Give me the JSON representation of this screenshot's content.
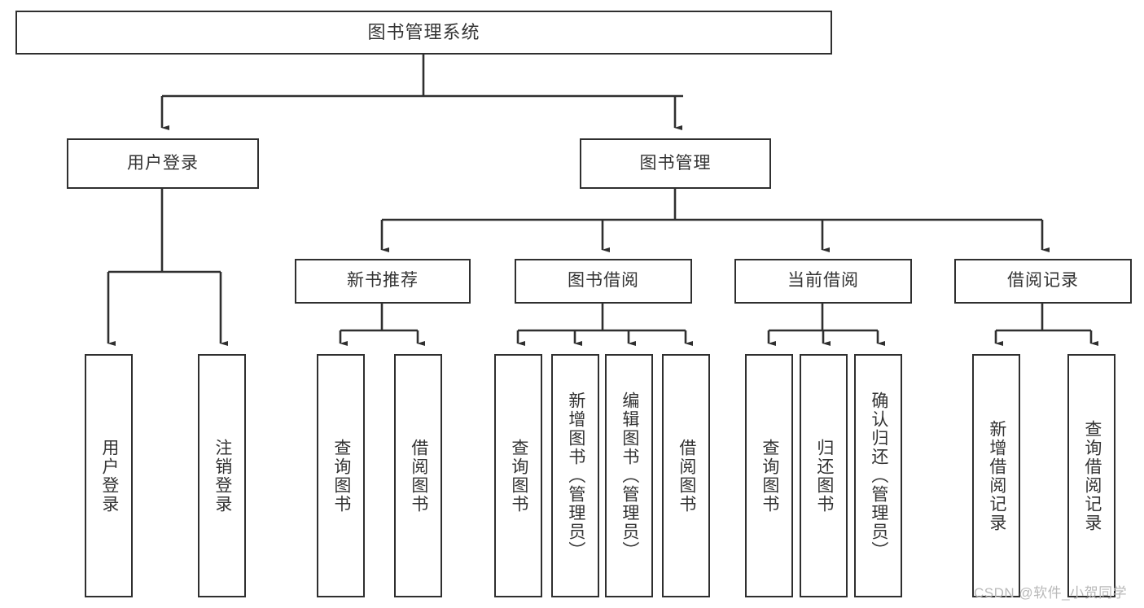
{
  "diagram": {
    "title": "图书管理系统",
    "type": "tree-hierarchy",
    "root": {
      "label": "图书管理系统"
    },
    "level2": [
      {
        "label": "用户登录"
      },
      {
        "label": "图书管理"
      }
    ],
    "level3": [
      {
        "label": "新书推荐"
      },
      {
        "label": "图书借阅"
      },
      {
        "label": "当前借阅"
      },
      {
        "label": "借阅记录"
      }
    ],
    "leaves": {
      "user_login": [
        {
          "label": "用户登录"
        },
        {
          "label": "注销登录"
        }
      ],
      "new_book_recommend": [
        {
          "label": "查询图书"
        },
        {
          "label": "借阅图书"
        }
      ],
      "book_borrow": [
        {
          "label": "查询图书"
        },
        {
          "label": "新增图书（管理员）"
        },
        {
          "label": "编辑图书（管理员）"
        },
        {
          "label": "借阅图书"
        }
      ],
      "current_borrow": [
        {
          "label": "查询图书"
        },
        {
          "label": "归还图书"
        },
        {
          "label": "确认归还（管理员）"
        }
      ],
      "borrow_record": [
        {
          "label": "新增借阅记录"
        },
        {
          "label": "查询借阅记录"
        }
      ]
    }
  },
  "watermark": {
    "text": "CSDN @软件_小贺同学"
  },
  "colors": {
    "stroke": "#2f2f2f",
    "text": "#333333",
    "background": "#ffffff",
    "watermark": "#b9b9b9"
  }
}
